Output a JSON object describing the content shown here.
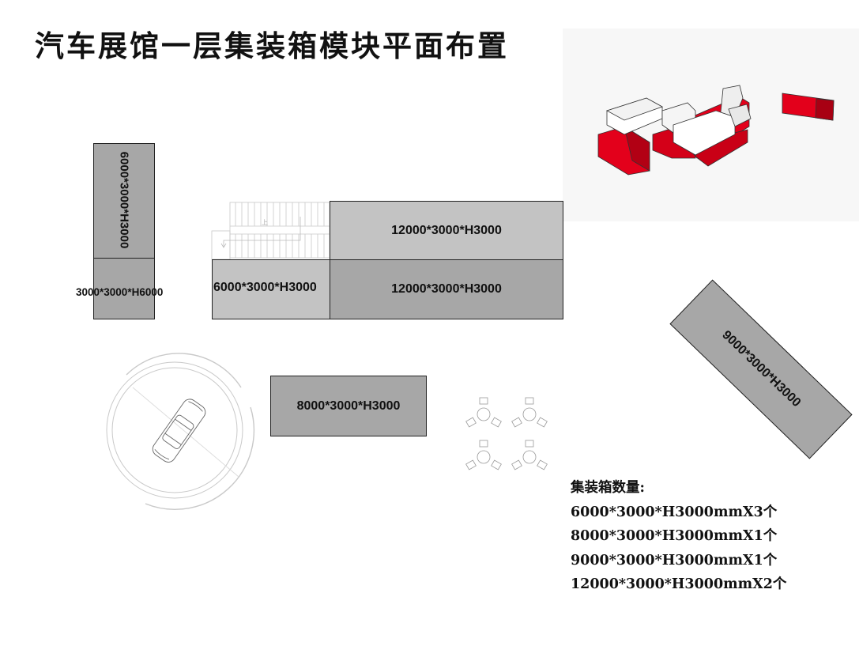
{
  "title": "汽车展馆一层集装箱模块平面布置",
  "modules": {
    "m_6000_vertical": "6000*3000*H3000",
    "m_3000": "3000*3000*H6000",
    "m_6000_left": "6000*3000*H3000",
    "m_12000_top": "12000*3000*H3000",
    "m_12000_bottom": "12000*3000*H3000",
    "m_8000": "8000*3000*H3000",
    "m_9000": "9000*3000*H3000"
  },
  "stair_mark": "上",
  "legend": {
    "heading": "集装箱数量:",
    "lines": [
      "6000*3000*H3000mmX3个",
      "8000*3000*H3000mmX1个",
      "9000*3000*H3000mmX1个",
      "12000*3000*H3000mmX2个"
    ]
  },
  "colors": {
    "module_gray_dark": "#a7a7a7",
    "module_gray_light": "#c3c3c3",
    "model_red": "#e3001b",
    "outline": "#222222"
  }
}
